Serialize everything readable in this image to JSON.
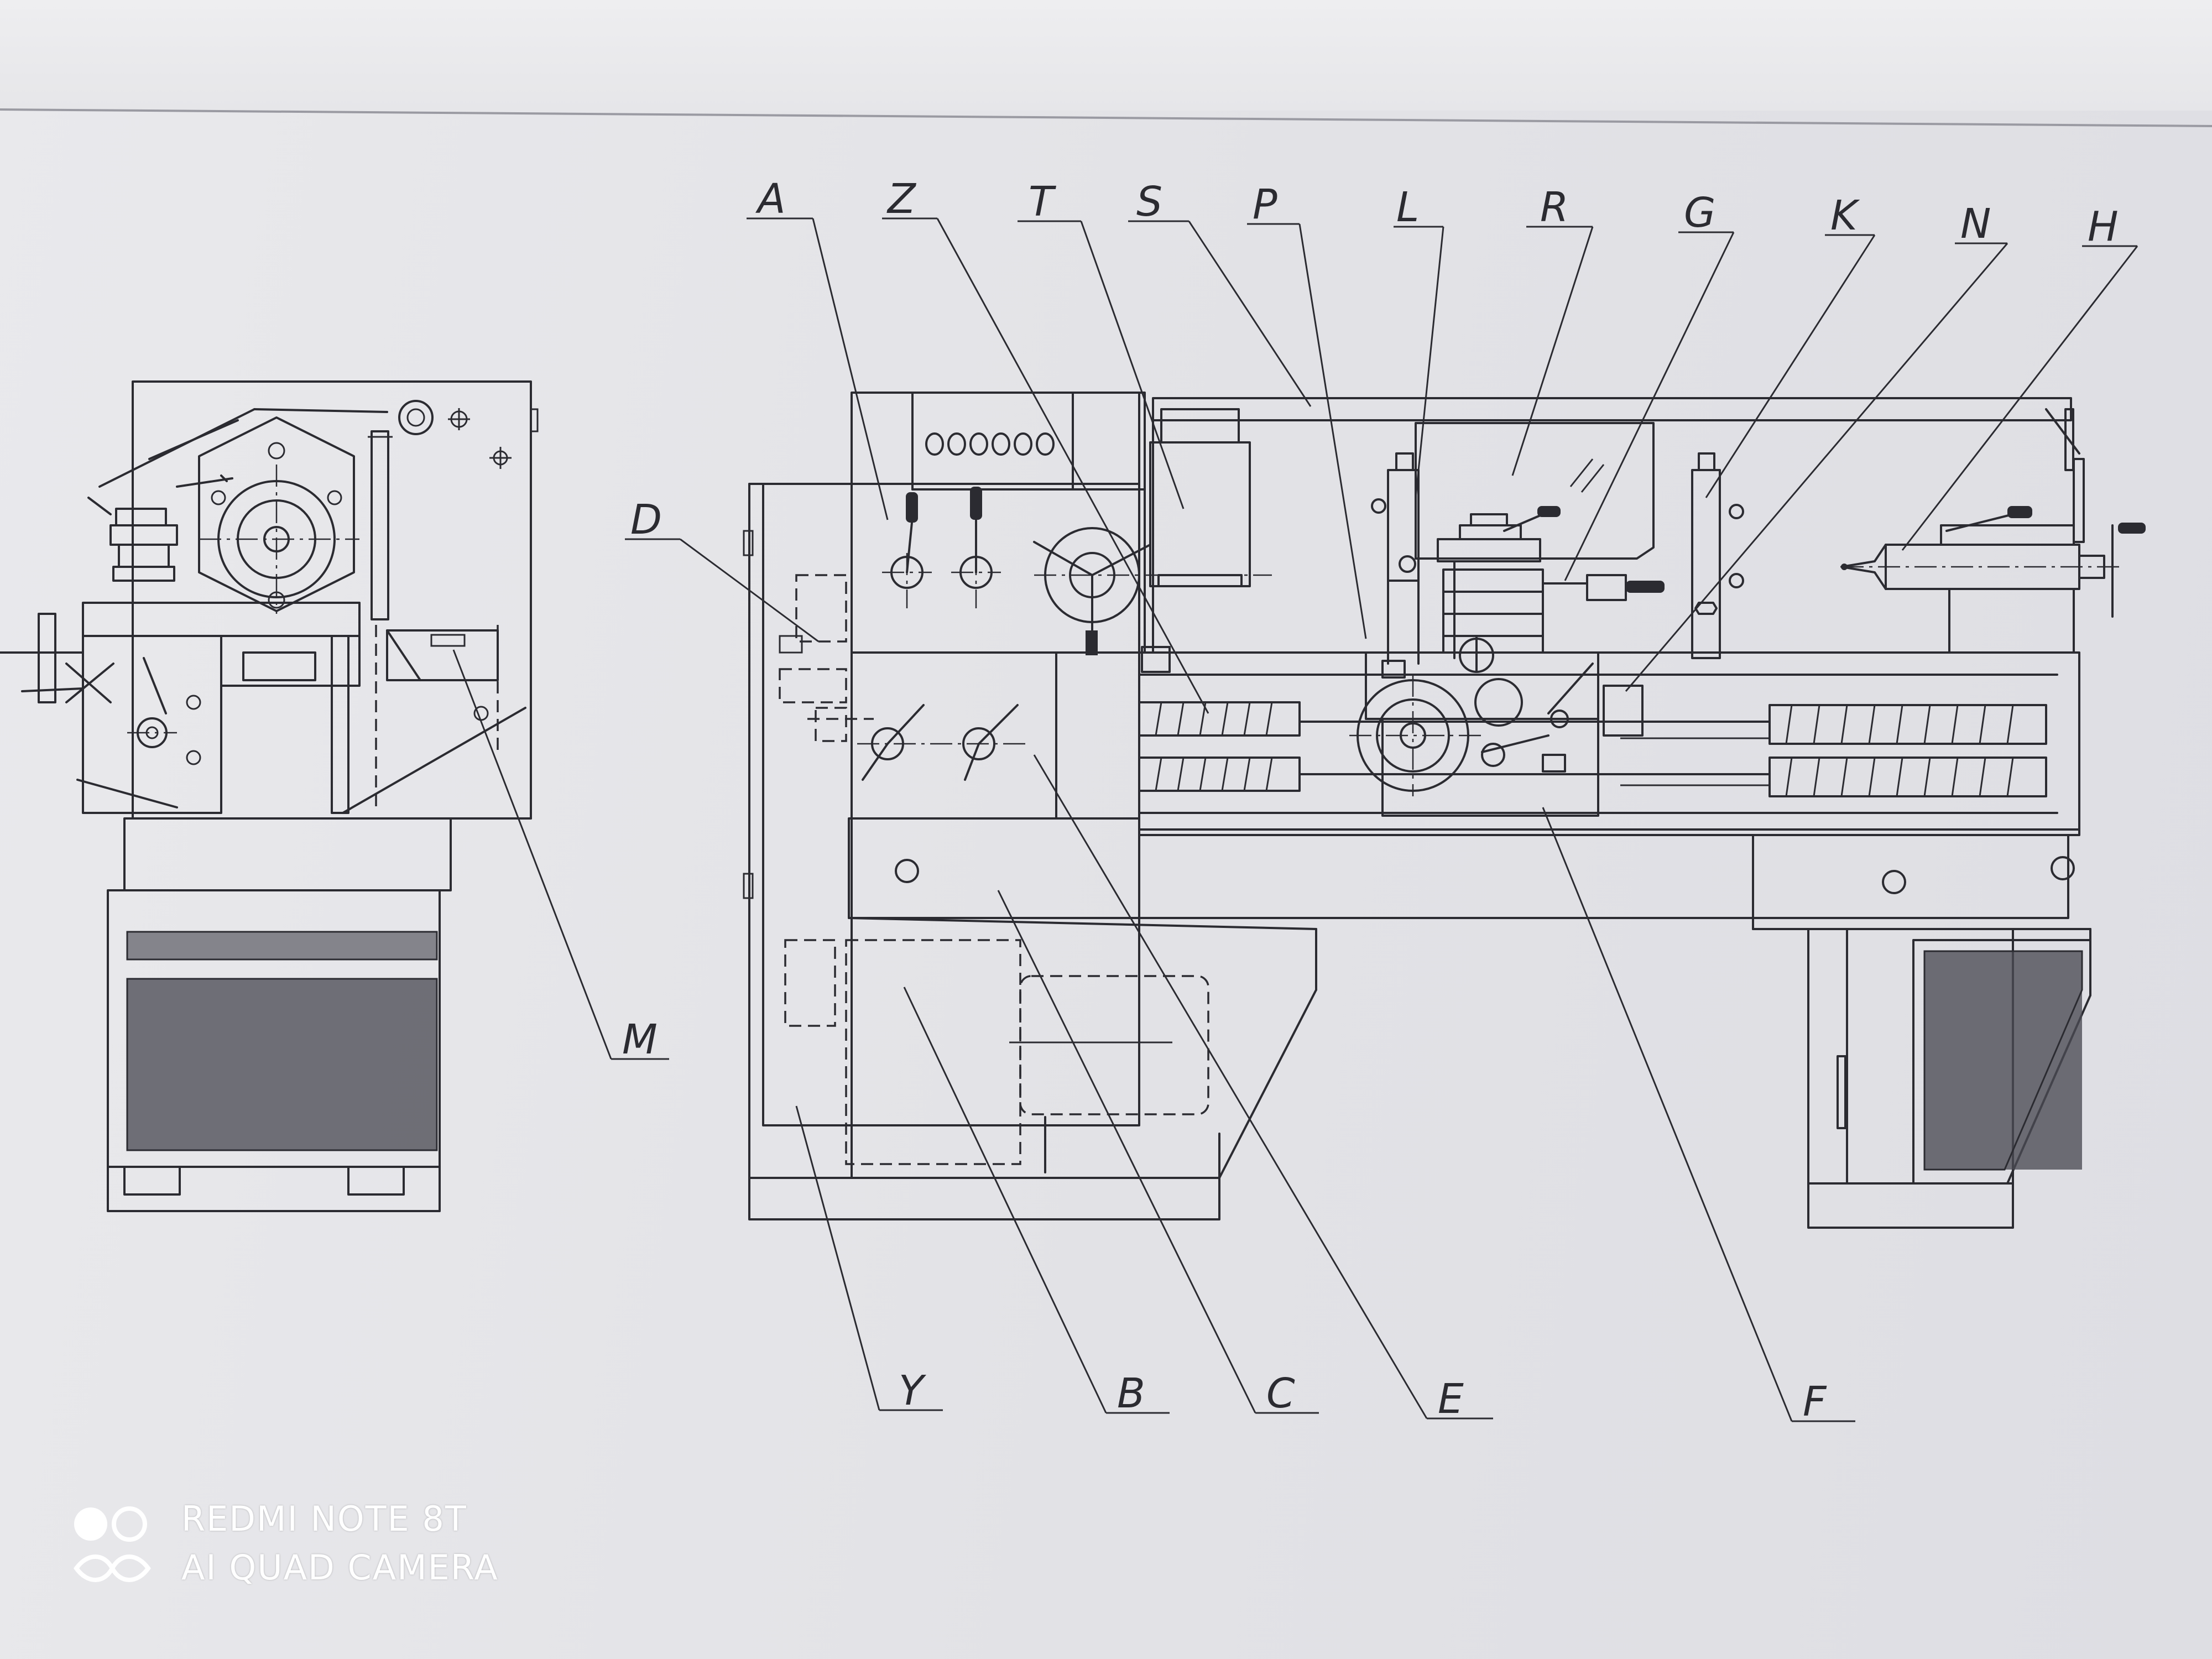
{
  "diagram": {
    "labels": [
      {
        "id": "A",
        "text": "A"
      },
      {
        "id": "Z",
        "text": "Z"
      },
      {
        "id": "T",
        "text": "T"
      },
      {
        "id": "S",
        "text": "S"
      },
      {
        "id": "P",
        "text": "P"
      },
      {
        "id": "L",
        "text": "L"
      },
      {
        "id": "R",
        "text": "R"
      },
      {
        "id": "G",
        "text": "G"
      },
      {
        "id": "K",
        "text": "K"
      },
      {
        "id": "N",
        "text": "N"
      },
      {
        "id": "H",
        "text": "H"
      },
      {
        "id": "D",
        "text": "D"
      },
      {
        "id": "M",
        "text": "M"
      },
      {
        "id": "Y",
        "text": "Y"
      },
      {
        "id": "B",
        "text": "B"
      },
      {
        "id": "C",
        "text": "C"
      },
      {
        "id": "E",
        "text": "E"
      },
      {
        "id": "F",
        "text": "F"
      }
    ]
  },
  "watermark": {
    "line1": "REDMI NOTE 8T",
    "line2": "AI QUAD CAMERA"
  }
}
